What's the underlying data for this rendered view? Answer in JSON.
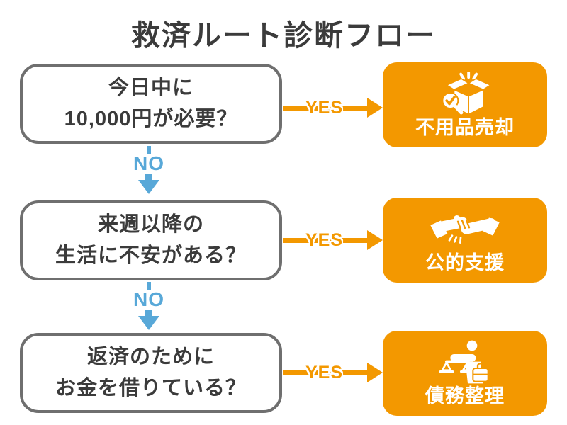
{
  "title": "救済ルート診断フロー",
  "colors": {
    "accent_orange": "#F39800",
    "accent_blue": "#58A8D8",
    "box_border_gray": "#6f6f6f",
    "text_dark": "#3b3b3b",
    "result_text": "#ffffff"
  },
  "flow": {
    "yes_label": "YES",
    "no_label": "NO",
    "steps": [
      {
        "question_line1": "今日中に",
        "question_line2": "10,000円が必要？",
        "result": "不用品売却",
        "icon": "sell-items-icon"
      },
      {
        "question_line1": "来週以降の",
        "question_line2": "生活に不安がある？",
        "result": "公的支援",
        "icon": "handshake-icon"
      },
      {
        "question_line1": "返済のために",
        "question_line2": "お金を借りている？",
        "result": "債務整理",
        "icon": "lawyer-scales-icon"
      }
    ]
  }
}
